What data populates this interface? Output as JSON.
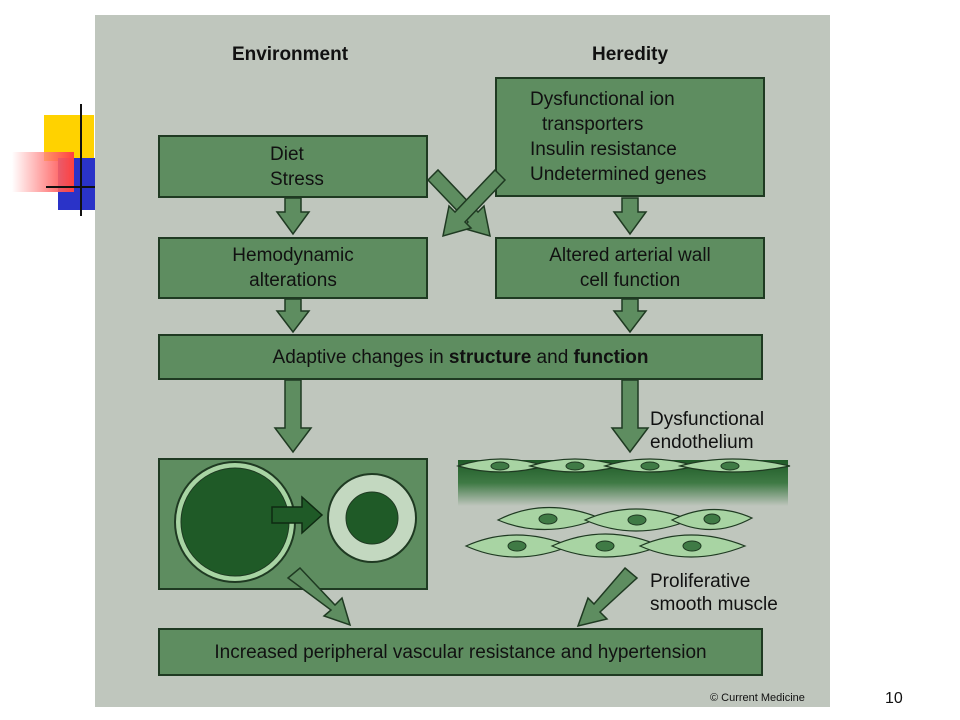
{
  "headers": {
    "environment": "Environment",
    "heredity": "Heredity"
  },
  "boxes": {
    "diet_stress": [
      "Diet",
      "Stress"
    ],
    "heredity_factors": [
      "Dysfunctional ion",
      "transporters",
      "Insulin resistance",
      "Undetermined genes"
    ],
    "hemodynamic": [
      "Hemodynamic",
      "alterations"
    ],
    "arterial_wall": [
      "Altered arterial wall",
      "cell function"
    ],
    "adaptive": {
      "prefix": "Adaptive changes in ",
      "structure": "structure",
      "middle": " and ",
      "function": "function"
    },
    "outcome": "Increased peripheral vascular resistance and hypertension"
  },
  "labels": {
    "endothelium": [
      "Dysfunctional",
      "endothelium"
    ],
    "smooth_muscle": [
      "Proliferative",
      "smooth muscle"
    ]
  },
  "credit": "© Current Medicine",
  "page_number": "10",
  "colors": {
    "panel": "#bfc6bd",
    "box": "#5e8d60",
    "box_border": "#1f3a22",
    "dark_green": "#1f5a27",
    "light_green": "#a8d4a3"
  }
}
